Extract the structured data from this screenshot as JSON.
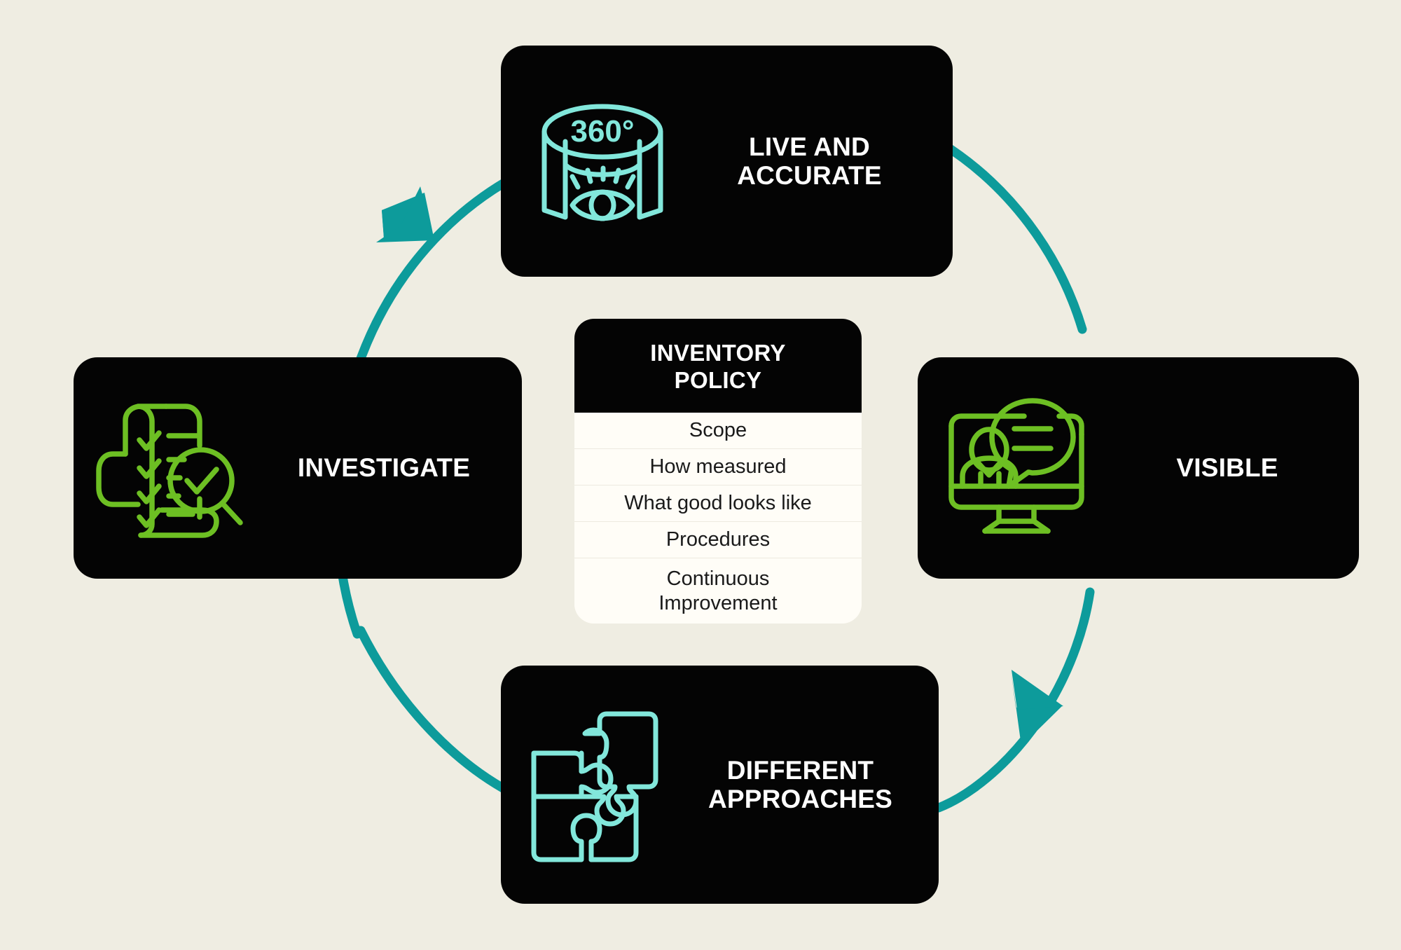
{
  "canvas": {
    "background_color": "#EFEDE2",
    "card_color": "#040404",
    "teal_color": "#0D9B9B",
    "mint_color": "#82E7DB",
    "green_color": "#6DBF23",
    "white": "#FFFFFF"
  },
  "cycle": {
    "direction": "counter-clockwise",
    "nodes": [
      {
        "id": "live-and-accurate",
        "label": "LIVE AND\nACCURATE",
        "icon": "360-degree-eye-icon",
        "icon_color": "#82E7DB",
        "icon_text": "360°",
        "position": "top"
      },
      {
        "id": "visible",
        "label": "VISIBLE",
        "icon": "monitor-person-speech-bubble-icon",
        "icon_color": "#6DBF23",
        "position": "right"
      },
      {
        "id": "different-approaches",
        "label": "DIFFERENT\nAPPROACHES",
        "icon": "puzzle-pieces-icon",
        "icon_color": "#82E7DB",
        "position": "bottom"
      },
      {
        "id": "investigate",
        "label": "INVESTIGATE",
        "icon": "checklist-scroll-magnifier-icon",
        "icon_color": "#6DBF23",
        "position": "left"
      }
    ],
    "arrows": [
      {
        "id": "arrow-upper-left",
        "points_to": "live-and-accurate"
      },
      {
        "id": "arrow-lower-right",
        "points_to": "different-approaches"
      }
    ]
  },
  "policy": {
    "title": "INVENTORY\nPOLICY",
    "rows": [
      "Scope",
      "How measured",
      "What good looks like",
      "Procedures",
      "Continuous\nImprovement"
    ]
  }
}
